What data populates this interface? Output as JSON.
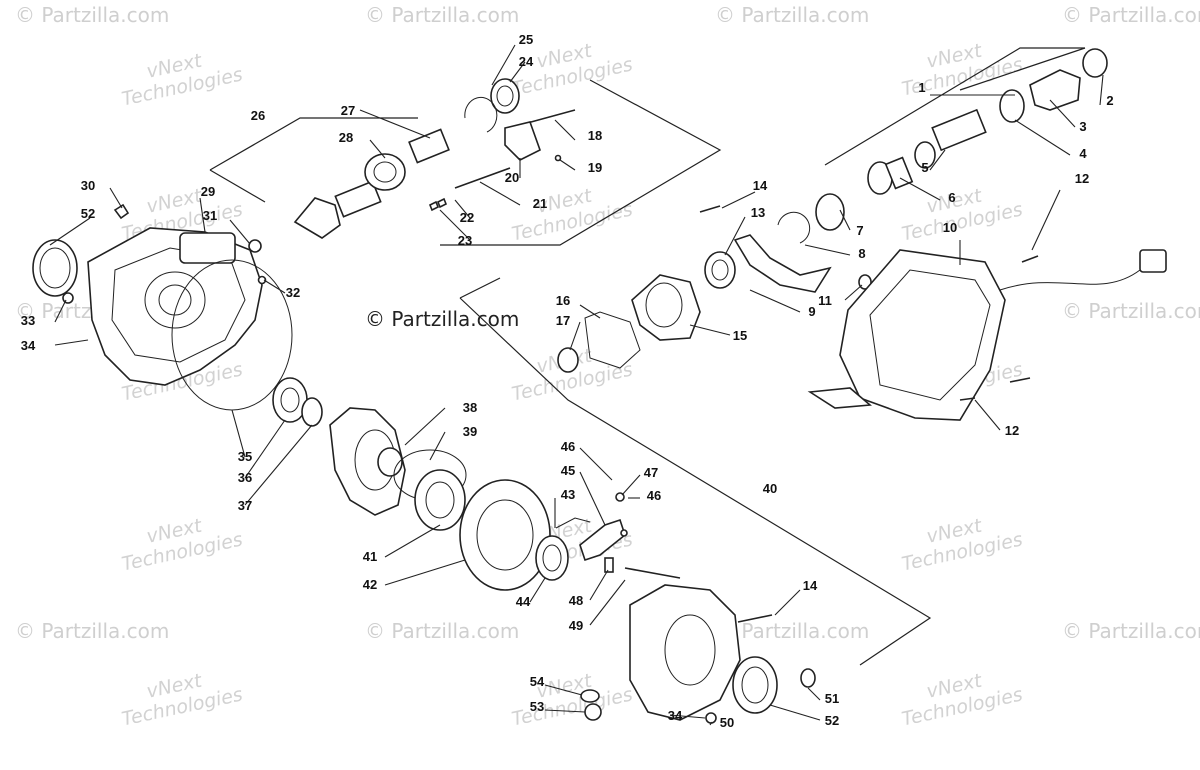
{
  "watermark": {
    "copyright": "© Partzilla.com",
    "vnext_line1": "vNext",
    "vnext_line2": "Technologies"
  },
  "center_copyright": "© Partzilla.com",
  "callouts": [
    "1",
    "2",
    "3",
    "4",
    "5",
    "6",
    "7",
    "8",
    "9",
    "10",
    "11",
    "12",
    "13",
    "14",
    "15",
    "16",
    "17",
    "18",
    "19",
    "20",
    "21",
    "22",
    "23",
    "24",
    "25",
    "26",
    "27",
    "28",
    "29",
    "30",
    "31",
    "32",
    "33",
    "34",
    "35",
    "36",
    "37",
    "38",
    "39",
    "40",
    "41",
    "42",
    "43",
    "44",
    "45",
    "46",
    "47",
    "48",
    "49",
    "50",
    "51",
    "52",
    "53",
    "54"
  ]
}
